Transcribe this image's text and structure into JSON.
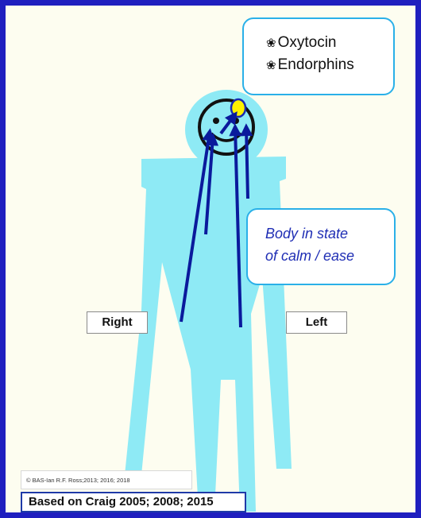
{
  "hormones": {
    "glyph": "❀",
    "items": [
      "Oxytocin",
      "Endorphins"
    ]
  },
  "state_callout": {
    "line1": "Body in state",
    "line2": "of calm / ease"
  },
  "labels": {
    "right": "Right",
    "left": "Left"
  },
  "copyright": "© BAS-Ian R.F. Ross;2013; 2016; 2018",
  "citation": "Based on Craig 2005;  2008; 2015",
  "colors": {
    "frame": "#1f1fbf",
    "background": "#fdfdf0",
    "body": "#8eeaf5",
    "arrows": "#0a1a9c",
    "callout_border": "#2ab0e8",
    "highlight": "#fff200"
  }
}
